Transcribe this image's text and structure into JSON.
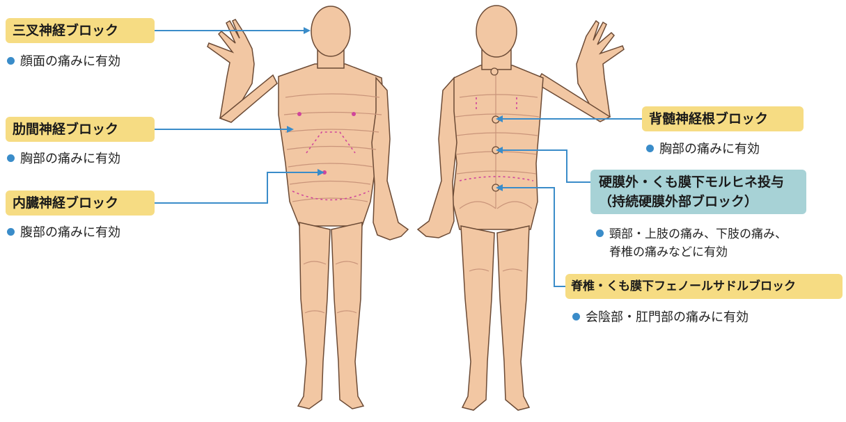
{
  "colors": {
    "label_fill": "#f6dc83",
    "epidural_fill": "#a7d2d6",
    "leader": "#3a8cc9",
    "skin": "#f2c7a3",
    "skin_outline": "#6b4a35",
    "dermatome": "#c9947a",
    "point": "#d0459b"
  },
  "blocks": {
    "trigeminal": {
      "title": "三叉神経ブロック",
      "effect": "顔面の痛みに有効"
    },
    "intercostal": {
      "title": "肋間神経ブロック",
      "effect": "胸部の痛みに有効"
    },
    "celiac": {
      "title": "内臓神経ブロック",
      "effect": "腹部の痛みに有効"
    },
    "spinal_root": {
      "title": "背髄神経根ブロック",
      "effect": "胸部の痛みに有効"
    },
    "epidural": {
      "title_line1": "硬膜外・くも膜下モルヒネ投与",
      "title_line2": "（持続硬膜外部ブロック）",
      "effect_line1": "頸部・上肢の痛み、下肢の痛み、",
      "effect_line2": "脊椎の痛みなどに有効"
    },
    "saddle": {
      "title": "脊椎・くも膜下フェノールサドルブロック",
      "effect": "会陰部・肛門部の痛みに有効"
    }
  }
}
